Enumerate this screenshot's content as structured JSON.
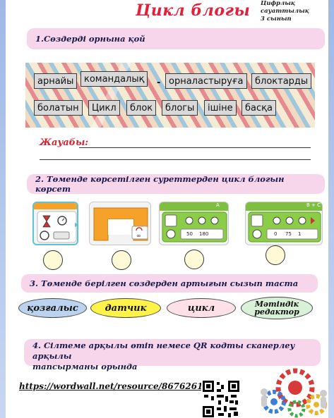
{
  "header": {
    "title": "Цикл  блогы",
    "corner_note_line1": "Цифрлық сауаттылық",
    "corner_note_line2": "3 сынып"
  },
  "task1": {
    "label": "1.Сөздерді орнына қой",
    "words_row1": [
      "арнайы",
      "командалық",
      "орналастыруға",
      "блоктарды"
    ],
    "dash": "-",
    "words_row2": [
      "болатын",
      "Цикл",
      "блок",
      "блогы",
      "ішіне",
      "басқа"
    ],
    "answer_label": "Жауабы:"
  },
  "task2": {
    "label": "2. Төменде көрсетілген суреттерден цикл блогын көрсет",
    "block3_port": "A",
    "block3_vals": [
      "50",
      "180"
    ],
    "block4_port": "B + C",
    "block4_vals": [
      "0",
      "75",
      "1"
    ]
  },
  "task3": {
    "label": "3. Төменде берілген сөздерден артығын сызып таста",
    "options": [
      "қозғалыс",
      "датчик",
      "цикл",
      "Мәтіндік редактор"
    ]
  },
  "task4": {
    "label_line1": "4. Сілтеме арқылы өтіп немесе  QR кодты сканерлеу арқылы",
    "label_line2": "тапсырманы орында",
    "link": "https://wordwall.net/resource/86762614"
  },
  "colors": {
    "title": "#e2203b",
    "section_bg": "#f7d6ec",
    "oval_blue": "#bcd3ef",
    "oval_yellow": "#fff34a",
    "oval_pink": "#fde0e8",
    "oval_green": "#d8f1d8"
  }
}
